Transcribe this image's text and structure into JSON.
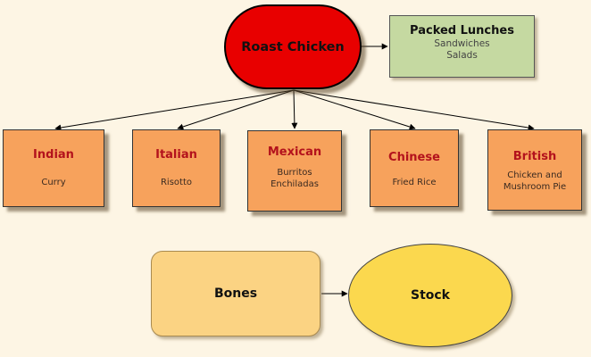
{
  "root": {
    "label": "Roast Chicken",
    "color": "#e80000"
  },
  "packed_lunches": {
    "title": "Packed Lunches",
    "items": [
      "Sandwiches",
      "Salads"
    ],
    "color": "#c5d9a1"
  },
  "cuisines": [
    {
      "title": "Indian",
      "items": [
        "Curry"
      ]
    },
    {
      "title": "Italian",
      "items": [
        "Risotto"
      ]
    },
    {
      "title": "Mexican",
      "items": [
        "Burritos",
        "Enchiladas"
      ]
    },
    {
      "title": "Chinese",
      "items": [
        "Fried Rice"
      ]
    },
    {
      "title": "British",
      "items": [
        "Chicken and",
        "Mushroom Pie"
      ]
    }
  ],
  "cuisine_colors": {
    "fill": "#f7a25c",
    "title": "#b3121c"
  },
  "bones": {
    "label": "Bones",
    "color": "#fbd383"
  },
  "stock": {
    "label": "Stock",
    "color": "#fbd84e"
  }
}
